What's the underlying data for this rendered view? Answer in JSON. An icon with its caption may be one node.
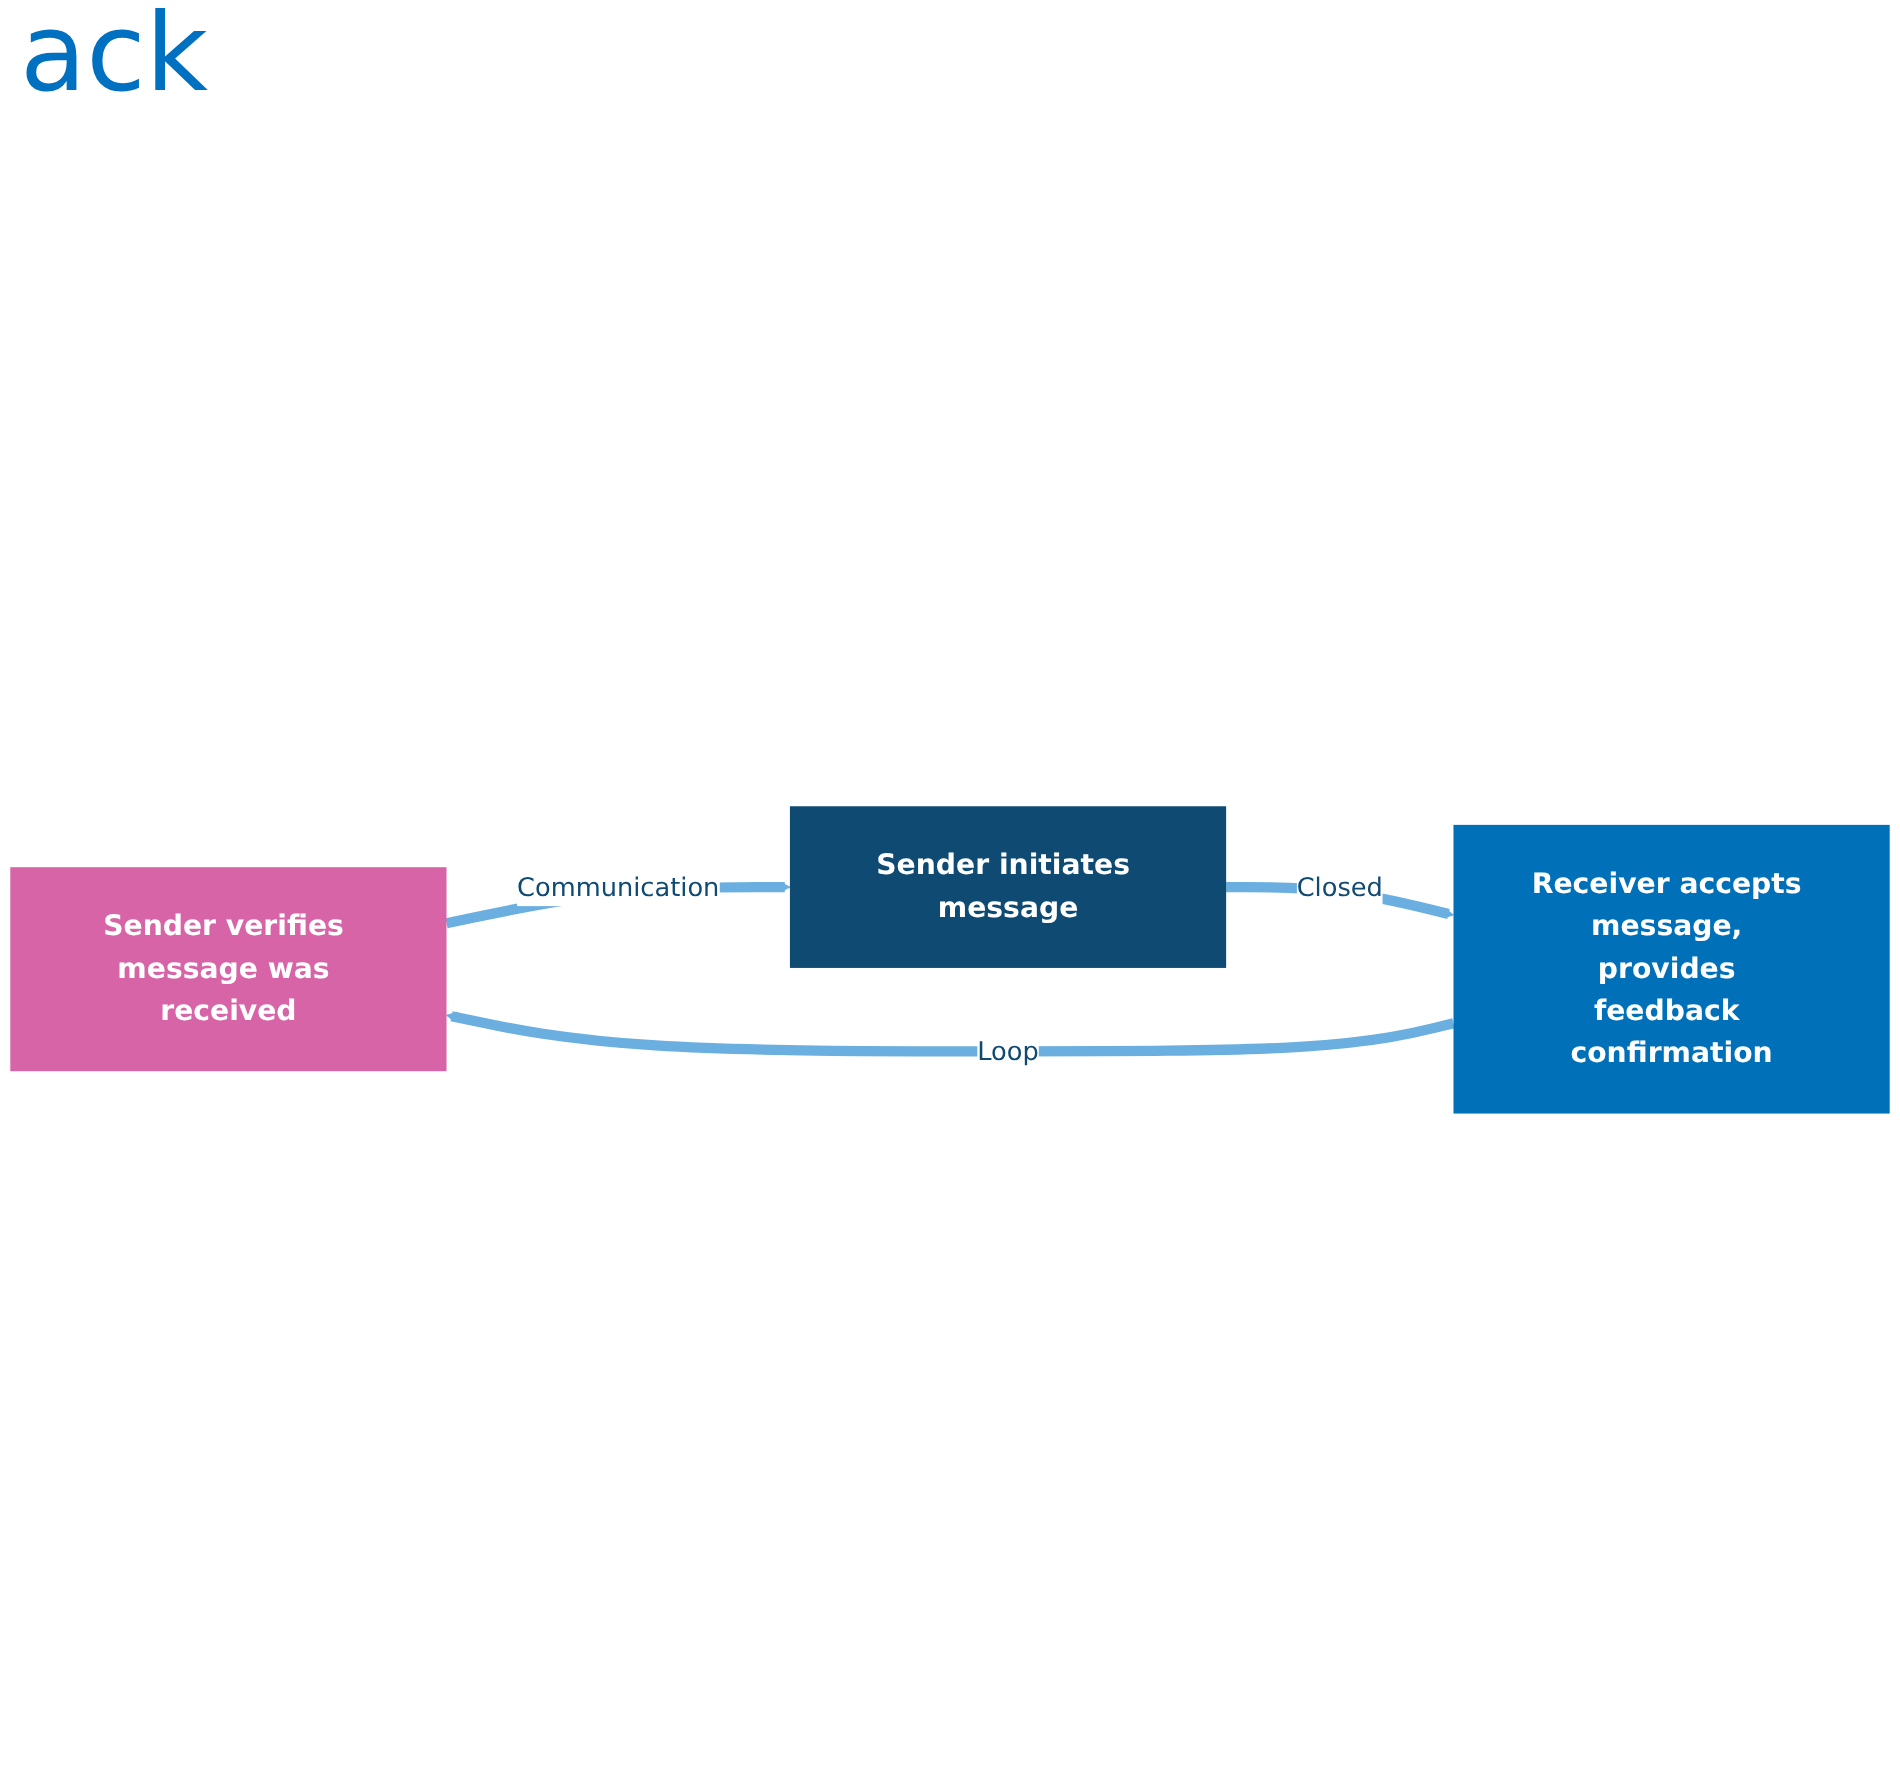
{
  "diagram": {
    "title": "ack",
    "nodes": [
      {
        "text": [
          "Sender verifies message was received"
        ]
      },
      {
        "text": [
          "Sender initiates message"
        ]
      },
      {
        "text": [
          "Receiver accepts message, provides feedback confirmation"
        ]
      }
    ],
    "edges": [
      {
        "from": 0,
        "to": 1,
        "arrow": "to",
        "label": "Communication"
      },
      {
        "from": 1,
        "to": 2,
        "arrow": "to",
        "label": "Closed"
      },
      {
        "from": 2,
        "to": 0,
        "arrow": "to",
        "label": "Loop"
      }
    ]
  }
}
